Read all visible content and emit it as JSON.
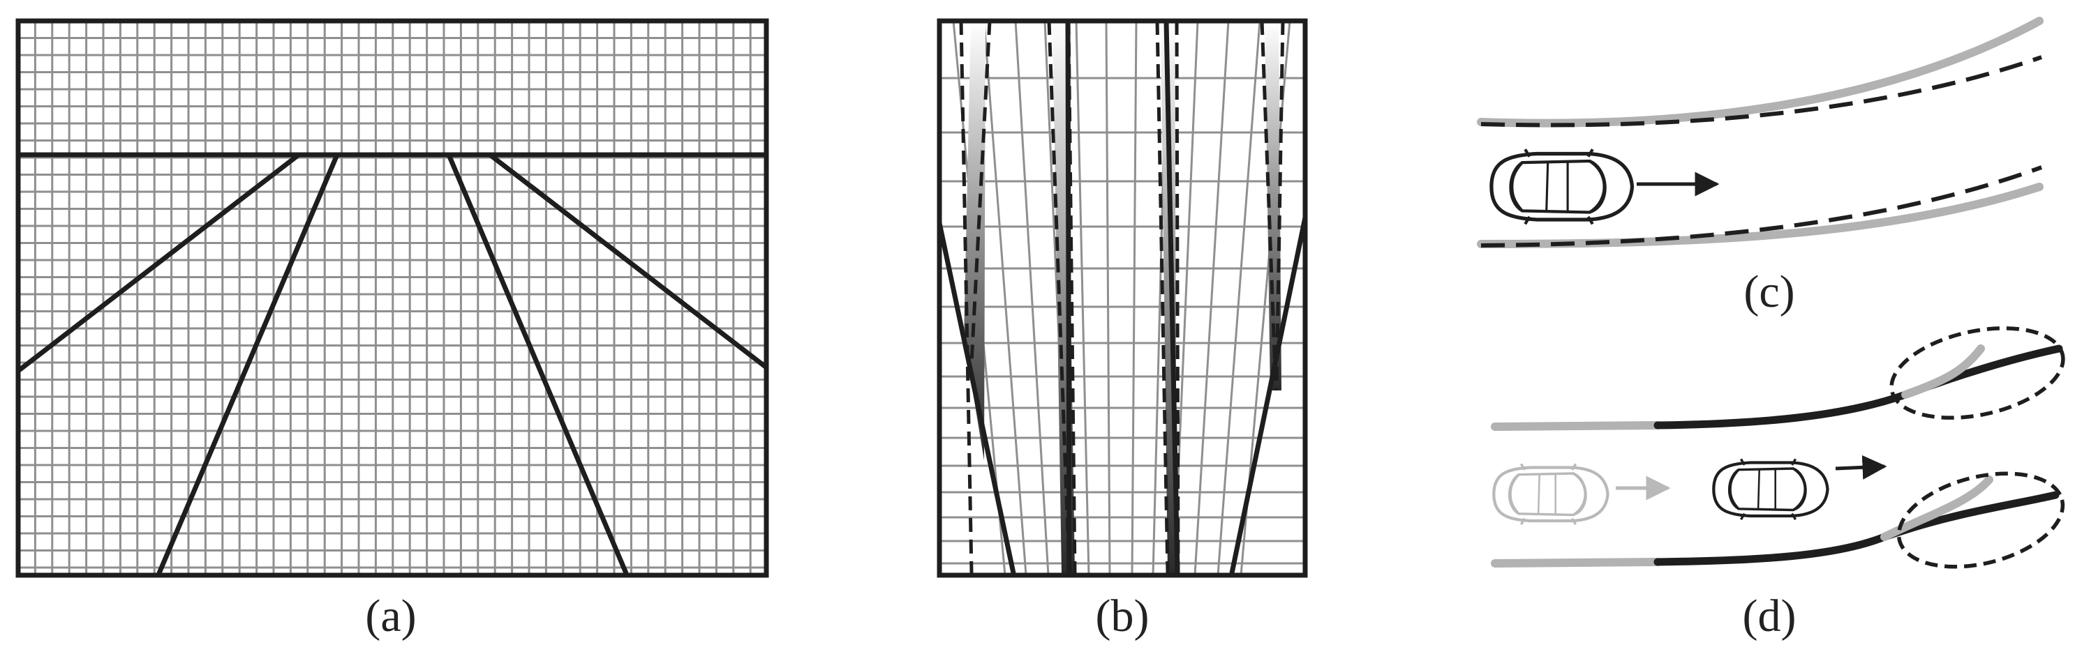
{
  "panels": {
    "a": {
      "caption": "(a)"
    },
    "b": {
      "caption": "(b)"
    },
    "c": {
      "caption": "(c)"
    },
    "d": {
      "caption": "(d)"
    }
  },
  "colors": {
    "line": "#1e1e1e",
    "grid": "#8f8f8f",
    "gray_curve": "#b2b2b2",
    "ghost_car": "#b9b9b9"
  },
  "icons": {
    "vehicle": "car-top-view-icon",
    "motion": "arrow-right-icon"
  }
}
